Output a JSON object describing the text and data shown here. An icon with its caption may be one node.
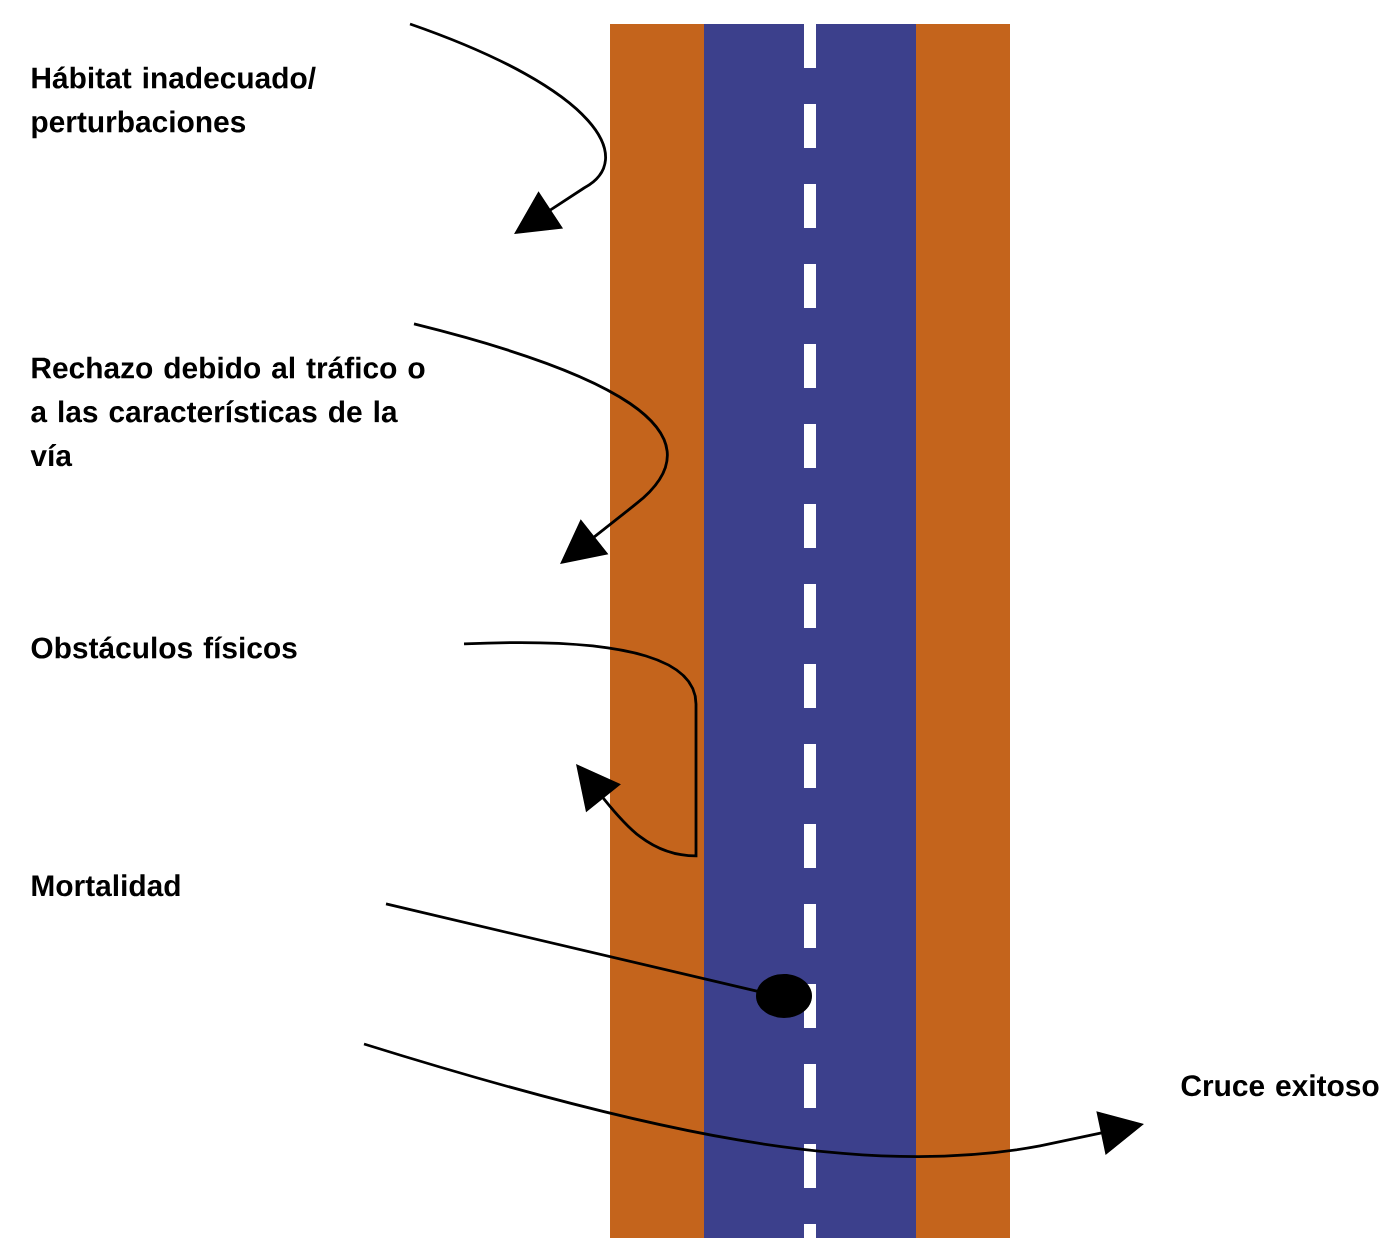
{
  "diagram": {
    "labels": [
      "Hábitat inadecuado/ perturbaciones",
      "Rechazo debido al tráfico o a las características de la vía",
      "Obstáculos físicos",
      "Mortalidad",
      "Cruce exitoso"
    ]
  }
}
